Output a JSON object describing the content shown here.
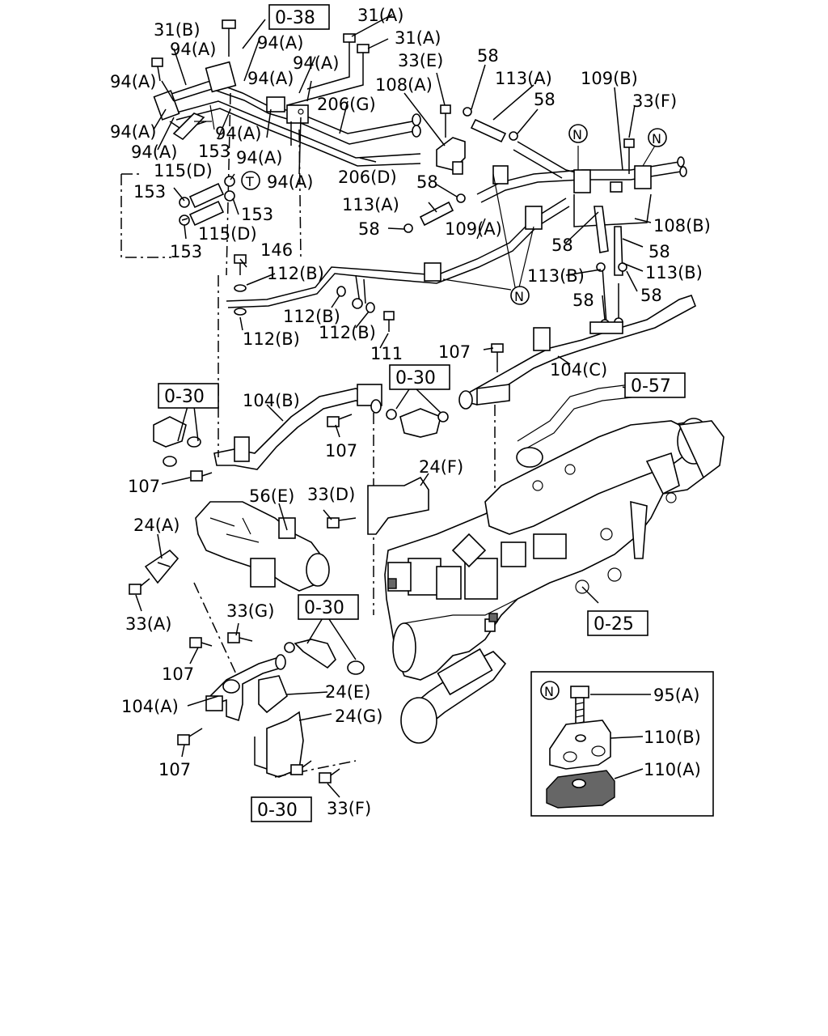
{
  "callouts": [
    "31(B)",
    "94(A)",
    "94(A)",
    "94(A)",
    "94(A)",
    "94(A)",
    "94(A)",
    "94(A)",
    "94(A)",
    "94(A)",
    "94(A)",
    "31(A)",
    "31(A)",
    "33(E)",
    "58",
    "113(A)",
    "58",
    "109(B)",
    "33(F)",
    "108(A)",
    "206(G)",
    "206(D)",
    "153",
    "115(D)",
    "153",
    "153",
    "115(D)",
    "153",
    "58",
    "113(A)",
    "58",
    "109(A)",
    "108(B)",
    "58",
    "58",
    "113(B)",
    "113(B)",
    "58",
    "58",
    "146",
    "112(B)",
    "112(B)",
    "112(B)",
    "112(B)",
    "111",
    "107",
    "104(C)",
    "104(B)",
    "107",
    "107",
    "56(E)",
    "33(D)",
    "24(F)",
    "24(A)",
    "33(A)",
    "33(G)",
    "107",
    "104(A)",
    "24(E)",
    "24(G)",
    "107",
    "33(F)"
  ],
  "group_refs": [
    "0-38",
    "0-30",
    "0-30",
    "0-57",
    "0-30",
    "0-25",
    "0-30"
  ],
  "markers": {
    "clip_marker": "N",
    "hose_marker": "T"
  },
  "inset": {
    "marker": "N",
    "labels": [
      "95(A)",
      "110(B)",
      "110(A)"
    ]
  }
}
